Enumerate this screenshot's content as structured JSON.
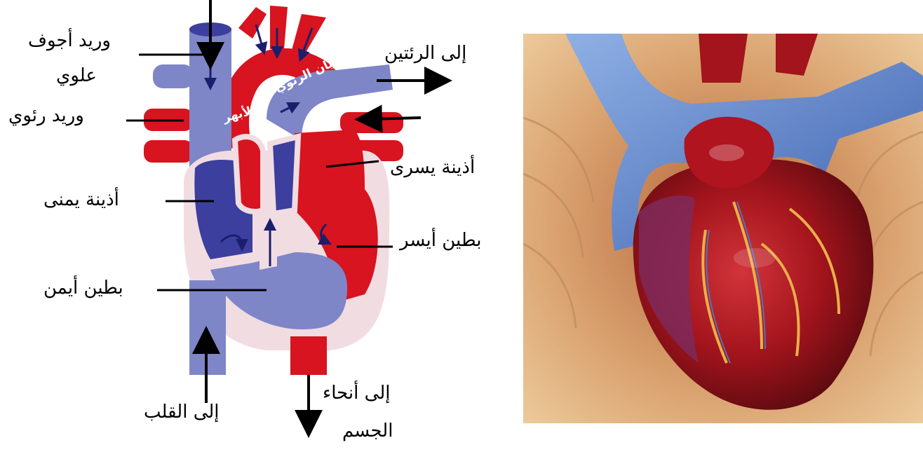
{
  "diagram": {
    "labels": {
      "svc_line1": "وريد أجوف",
      "svc_line2": "علوي",
      "pulmonary_vein": "وريد رئوي",
      "right_atrium": "أذينة يمنى",
      "right_ventricle": "بطين أيمن",
      "to_heart": "إلى القلب",
      "to_lungs": "إلى الرئتين",
      "left_atrium": "أذينة يسرى",
      "left_ventricle": "بطين أيسر",
      "to_body_line1": "إلى أنحاء",
      "to_body_line2": "الجسم",
      "aorta": "الأبهر",
      "pulmonary_artery": "الشريان الرئوي"
    },
    "colors": {
      "oxygenated": "#d7141f",
      "deoxygenated": "#7e86c8",
      "chamber_blue": "#3c3f9e",
      "wall": "#f1dce2"
    }
  },
  "photo": {
    "subject": "anatomical illustration of the heart",
    "colors": {
      "vessels": "#5f86cf",
      "muscle": "#a3141c",
      "background": "#e6b98a"
    }
  }
}
